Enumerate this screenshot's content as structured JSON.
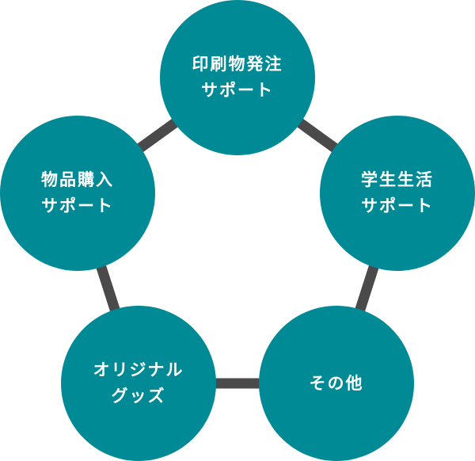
{
  "colors": {
    "node_fill": "#008a96",
    "ring_stroke": "#4a4a4a",
    "node_text": "#ffffff"
  },
  "nodes": {
    "print": {
      "line1": "印刷物発注",
      "line2": "サポート"
    },
    "student": {
      "line1": "学生生活",
      "line2": "サポート"
    },
    "other": {
      "line1": "その他"
    },
    "goods": {
      "line1": "オリジナル",
      "line2": "グッズ"
    },
    "purchase": {
      "line1": "物品購入",
      "line2": "サポート"
    }
  }
}
